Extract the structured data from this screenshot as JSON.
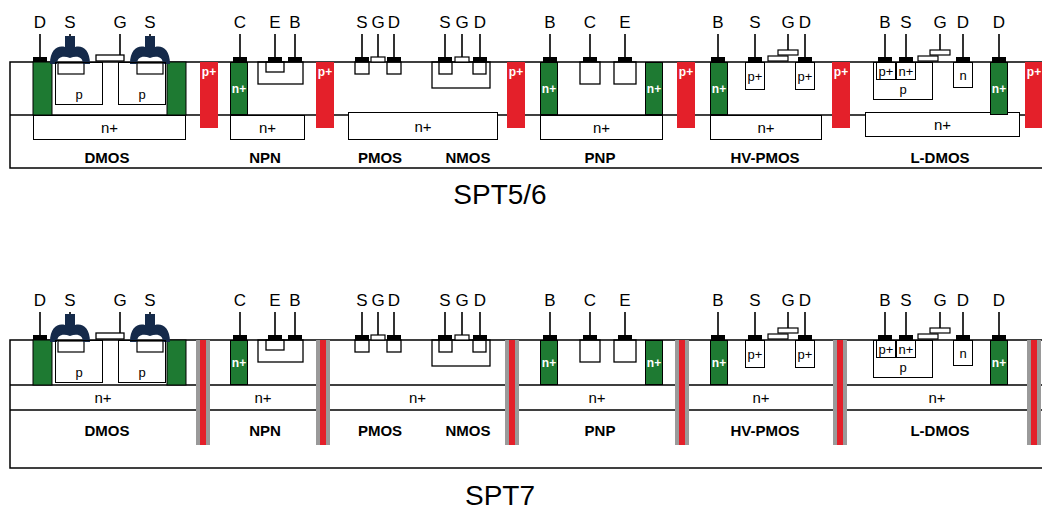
{
  "diagram": {
    "nodes": [
      {
        "text": [
          "n+"
        ]
      },
      {
        "text": [
          "p"
        ]
      },
      {
        "text": [
          "p"
        ]
      },
      {
        "text": [
          "p+"
        ]
      },
      {
        "text": [
          "n+"
        ]
      },
      {
        "text": [
          "n+"
        ]
      },
      {
        "text": [
          "p+"
        ]
      },
      {
        "text": [
          "n+"
        ]
      },
      {
        "text": [
          "p+"
        ]
      },
      {
        "text": [
          "n+"
        ]
      },
      {
        "text": [
          "n+"
        ]
      },
      {
        "text": [
          "n+"
        ]
      },
      {
        "text": [
          "p+"
        ]
      },
      {
        "text": [
          "n+"
        ]
      },
      {
        "text": [
          "p+"
        ]
      },
      {
        "text": [
          "p+"
        ]
      },
      {
        "text": [
          "n+"
        ]
      },
      {
        "text": [
          "p+"
        ]
      },
      {
        "text": [
          "p"
        ]
      },
      {
        "text": [
          "p+"
        ],
        "in": 18
      },
      {
        "text": [
          "n+"
        ],
        "in": 18
      },
      {
        "text": [
          "n"
        ]
      },
      {
        "text": [
          "n+"
        ]
      },
      {
        "text": [
          "n+"
        ]
      },
      {
        "text": [
          "p+"
        ]
      },
      {
        "text": [
          "p"
        ]
      },
      {
        "text": [
          "p"
        ]
      },
      {
        "text": [
          "n+"
        ]
      },
      {
        "text": [
          "n+"
        ]
      },
      {
        "text": [
          "n+"
        ]
      },
      {
        "text": [
          "n+"
        ]
      },
      {
        "text": [
          "n+"
        ]
      },
      {
        "text": [
          "n+"
        ]
      },
      {
        "text": [
          "n+"
        ]
      },
      {
        "text": [
          "n+"
        ]
      },
      {
        "text": [
          "p+"
        ]
      },
      {
        "text": [
          "p+"
        ]
      },
      {
        "text": [
          "n+"
        ]
      },
      {
        "text": [
          "p"
        ]
      },
      {
        "text": [
          "p+"
        ],
        "in": 38
      },
      {
        "text": [
          "n+"
        ],
        "in": 38
      },
      {
        "text": [
          "n"
        ]
      },
      {
        "text": [
          "n+"
        ]
      },
      {
        "text": [
          "n+"
        ]
      }
    ],
    "labels": [
      "D",
      "S",
      "G",
      "S",
      "C",
      "E",
      "B",
      "S",
      "G",
      "D",
      "S",
      "G",
      "D",
      "B",
      "C",
      "E",
      "B",
      "S",
      "G",
      "D",
      "B",
      "S",
      "G",
      "D",
      "D",
      "DMOS",
      "NPN",
      "PMOS",
      "NMOS",
      "PNP",
      "HV-PMOS",
      "L-DMOS",
      "SPT5/6",
      "D",
      "S",
      "G",
      "S",
      "C",
      "E",
      "B",
      "S",
      "G",
      "D",
      "S",
      "G",
      "D",
      "B",
      "C",
      "E",
      "B",
      "S",
      "G",
      "D",
      "B",
      "S",
      "G",
      "D",
      "D",
      "DMOS",
      "NPN",
      "PMOS",
      "NMOS",
      "PNP",
      "HV-PMOS",
      "L-DMOS",
      "SPT7"
    ]
  }
}
